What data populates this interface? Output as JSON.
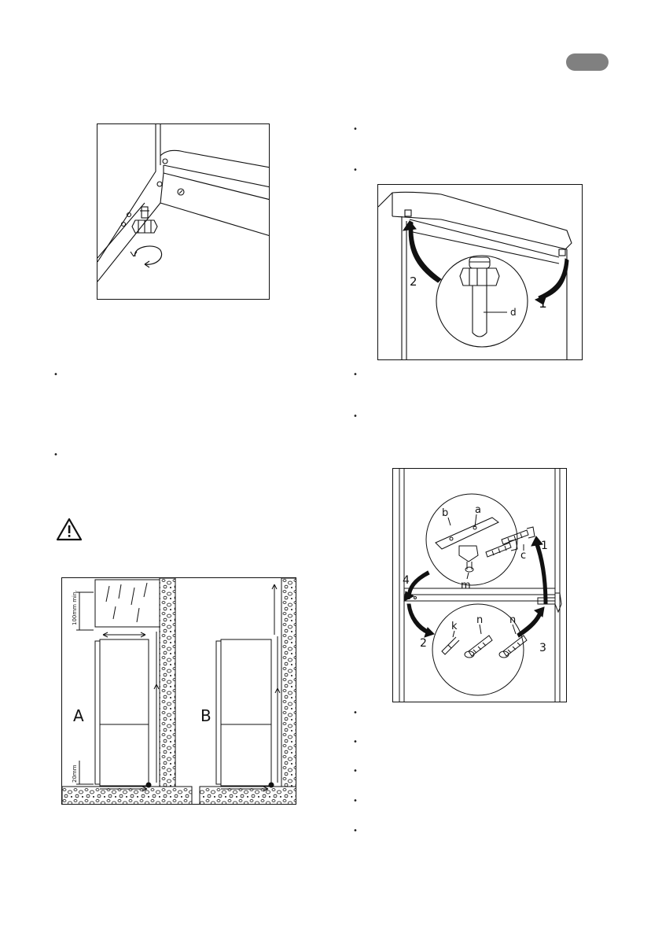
{
  "colors": {
    "language_tab": "#808080",
    "line": "#111111"
  },
  "icons": {
    "warning": "warning-triangle-icon",
    "bullet": "bullet-icon"
  },
  "figure_leveling_foot": {
    "icon": "adjustable-foot-icon"
  },
  "figure_clearance": {
    "labels": {
      "a": "A",
      "b": "B"
    },
    "dims": {
      "top": "100mm min.",
      "bottom": "20mm"
    }
  },
  "figure_door_pin": {
    "labels": {
      "step1": "1",
      "step2": "2",
      "part_d": "d"
    }
  },
  "figure_hinge": {
    "labels": {
      "step1": "1",
      "step2": "2",
      "step3": "3",
      "step4": "4",
      "part_a": "a",
      "part_b": "b",
      "part_c": "c",
      "part_m": "m",
      "part_k": "k",
      "part_n1": "n",
      "part_n2": "n"
    }
  }
}
